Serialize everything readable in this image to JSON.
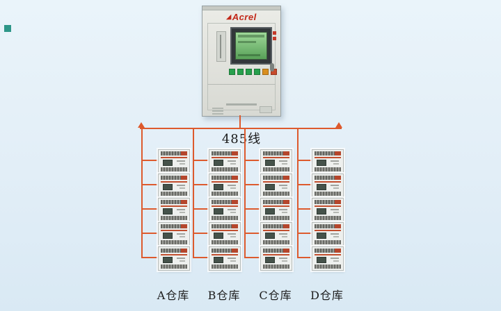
{
  "bus": {
    "label": "485线",
    "line_color": "#dd5a2d"
  },
  "cabinet": {
    "brand": "Acrel",
    "brand_color": "#c22718",
    "button_colors": [
      "#27a04d",
      "#27a04d",
      "#27a04d",
      "#27a04d",
      "#d98f1f",
      "#c74a2b"
    ]
  },
  "warehouses": [
    {
      "label": "A仓库"
    },
    {
      "label": "B仓库"
    },
    {
      "label": "C仓库"
    },
    {
      "label": "D仓库"
    }
  ],
  "meters_per_column": 5
}
